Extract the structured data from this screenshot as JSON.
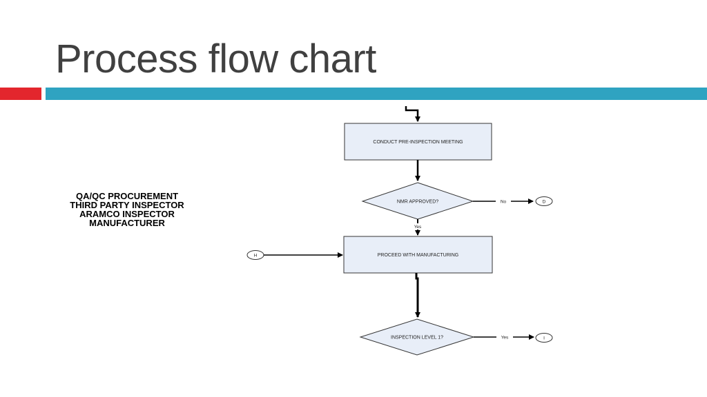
{
  "title": "Process flow chart",
  "colors": {
    "title_text": "#404040",
    "accent_red": "#e3262d",
    "accent_blue": "#2fa3c1",
    "box_fill": "#e8eef8",
    "box_stroke": "#333333",
    "arrow": "#000000"
  },
  "roles": [
    "QA/QC PROCUREMENT",
    "THIRD PARTY INSPECTOR",
    "ARAMCO INSPECTOR",
    "MANUFACTURER"
  ],
  "flowchart": {
    "step_pre_inspection": "CONDUCT PRE-INSPECTION MEETING",
    "decision_nmr": "NMR APPROVED?",
    "label_no": "No",
    "connector_d": "D",
    "label_yes_1": "Yes",
    "step_manufacturing": "PROCEED WITH MANUFACTURING",
    "connector_h": "H",
    "decision_inspection_level": "INSPECTION LEVEL 1?",
    "label_yes_2": "Yes",
    "connector_i": "I"
  }
}
